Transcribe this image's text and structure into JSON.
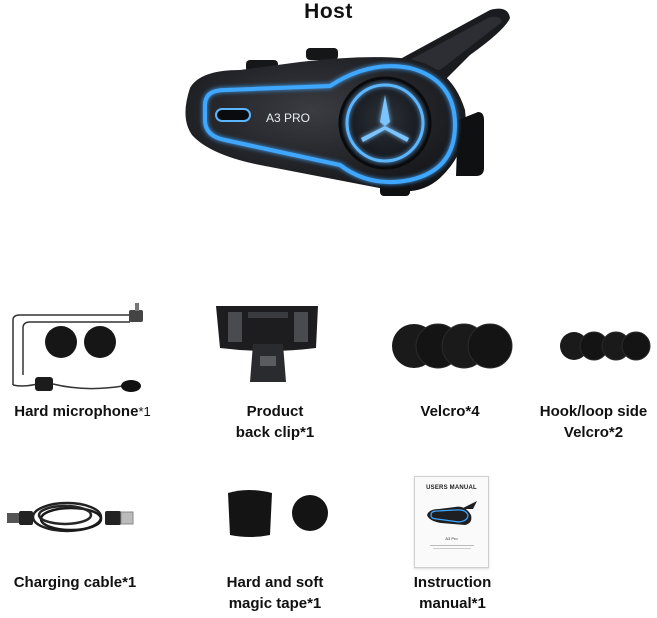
{
  "host": {
    "device_brand_text": "A3 PRO",
    "title": "Host"
  },
  "items": [
    {
      "line1": "Hard  microphone",
      "suffix": "*1",
      "line2": ""
    },
    {
      "line1": "Product",
      "suffix": "",
      "line2": "back clip*1"
    },
    {
      "line1": "Velcro*4",
      "suffix": "",
      "line2": ""
    },
    {
      "line1": "Hook/loop side",
      "suffix": "",
      "line2": "Velcro*2"
    },
    {
      "line1": "Charging cable*1",
      "suffix": "",
      "line2": ""
    },
    {
      "line1": "Hard and soft",
      "suffix": "",
      "line2": "magic tape*1"
    },
    {
      "line1": "Instruction",
      "suffix": "",
      "line2": "manual*1"
    }
  ],
  "manual": {
    "cover_title": "USERS MANUAL",
    "device_label": "A3 Pro"
  },
  "colors": {
    "accent_glow": "#3fa7ff",
    "device_body": "#1c1d20",
    "foam": "#1a1a1a"
  }
}
